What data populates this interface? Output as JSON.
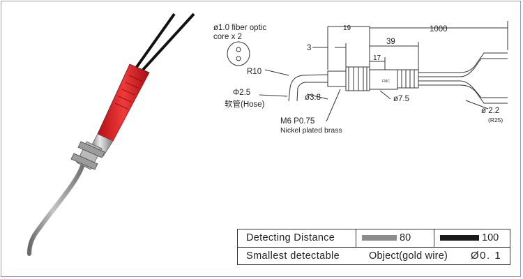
{
  "labels": {
    "fiber_core": "ø1.0 fiber optic",
    "core_count": "core x 2",
    "r10": "R10",
    "phi25": "Φ2.5",
    "hose": "软管(Hose)",
    "m6": "M6 P0.75",
    "brass": "Nickel plated brass",
    "phi38": "ø3.8",
    "phi75": "ø7.5",
    "phi22": "ø 2.2",
    "r25": "(R25)",
    "dim3": "3",
    "dim19": "19",
    "dim1000": "1000",
    "dim39": "39",
    "dim17": "17"
  },
  "table": {
    "row1_label": "Detecting  Distance",
    "val_gray": "80",
    "val_black": "100",
    "row2_label": "Smallest  detectable",
    "row2_mid": "Object(gold  wire)",
    "row2_value": "Ø0. 1"
  },
  "colors": {
    "swatch_gray": "#8c8c8c",
    "swatch_black": "#1a1a1a",
    "sleeve_red": "#e0191f",
    "cable_black": "#111111",
    "frame_blue": "#8aa0c8"
  }
}
